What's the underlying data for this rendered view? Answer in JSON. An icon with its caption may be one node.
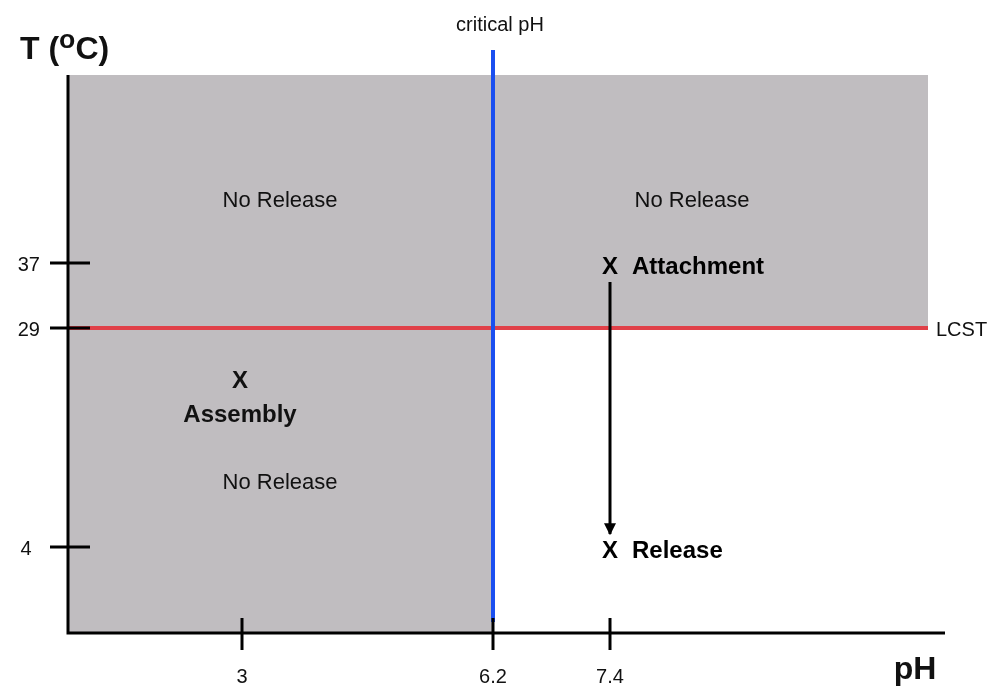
{
  "diagram": {
    "nodes": [
      {
        "text": [
          "X",
          "Attachment"
        ]
      },
      {
        "text": [
          "X",
          "Release"
        ]
      }
    ],
    "edges": [
      {
        "from": 0,
        "to": 1,
        "arrow": "to"
      }
    ],
    "labels": [
      "critical pH",
      "T ($^{o}$C)",
      "No Release",
      "No Release",
      "37",
      "29",
      "LCST",
      "X",
      "Assembly",
      "No Release",
      "4",
      "3",
      "6.2",
      "7.4",
      "pH"
    ]
  }
}
